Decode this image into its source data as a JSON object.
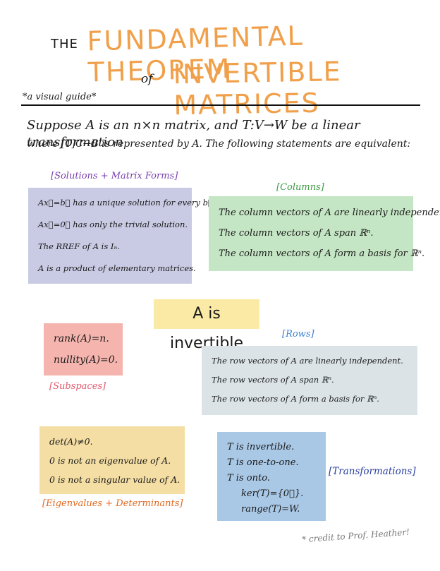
{
  "title": {
    "the": "THE",
    "main1": "FUNDAMENTAL THEOREM",
    "of": "of",
    "main2": "INVERTIBLE MATRICES",
    "subtitle": "*a visual guide*"
  },
  "intro": {
    "line1": "Suppose A is an n×n matrix, and T:V→W be a linear transformation",
    "line2": "where [T]C←B is represented by A. The following statements are equivalent:"
  },
  "center": "A is invertible",
  "solutions": {
    "label": "[Solutions + Matrix Forms]",
    "lines": [
      "Ax⃗=b⃗ has a unique solution for every b⃗∈ℝⁿ.",
      "Ax⃗=0⃗ has only the trivial solution.",
      "The RREF of A is Iₙ.",
      "A is a product of elementary matrices."
    ]
  },
  "columns": {
    "label": "[Columns]",
    "lines": [
      "The column vectors of A are linearly independent.",
      "The column vectors of A span ℝⁿ.",
      "The column vectors of A form a basis for ℝⁿ."
    ]
  },
  "subspaces": {
    "label": "[Subspaces]",
    "lines": [
      "rank(A)=n.",
      "nullity(A)=0."
    ]
  },
  "rows": {
    "label": "[Rows]",
    "lines": [
      "The row vectors of A are linearly independent.",
      "The row vectors of A span ℝⁿ.",
      "The row vectors of A form a basis for ℝⁿ."
    ]
  },
  "eigen": {
    "label": "[Eigenvalues + Determinants]",
    "lines": [
      "det(A)≠0.",
      "0 is not an eigenvalue of A.",
      "0 is not a singular value of A."
    ]
  },
  "transform": {
    "label": "[Transformations]",
    "lines": [
      "T is invertible.",
      "T is one-to-one.",
      "T is onto.",
      "ker(T)={0⃗}.",
      "range(T)=W."
    ]
  },
  "credit": "* credit to Prof. Heather!"
}
